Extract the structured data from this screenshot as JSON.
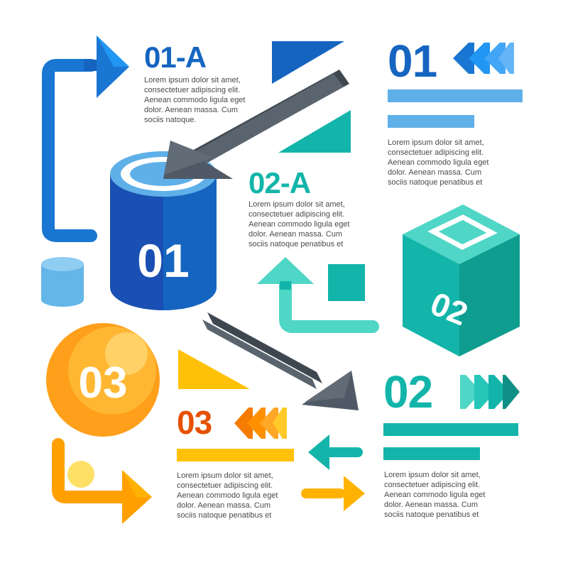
{
  "colors": {
    "blue_dark": "#1a4fb3",
    "blue": "#1976d2",
    "blue_light": "#5fb0e8",
    "teal": "#13b5aa",
    "teal_dark": "#0f8f85",
    "teal_light": "#4fd6c6",
    "orange": "#ff9100",
    "yellow": "#ffc107",
    "yellow_light": "#ffe066",
    "gray": "#4f5a66"
  },
  "sections": {
    "s01a": {
      "heading": "01-A",
      "text": "Lorem ipsum dolor sit amet,\nconsectetuer adipiscing elit.\nAenean commodo ligula eget\ndolor. Aenean massa. Cum\nsociis natoque."
    },
    "s02a": {
      "heading": "02-A",
      "text": "Lorem ipsum dolor sit amet,\nconsectetuer adipiscing elit.\nAenean commodo ligula eget\ndolor. Aenean massa. Cum\nsociis natoque penatibus et"
    },
    "s01": {
      "heading": "01",
      "text": "Lorem ipsum dolor sit amet,\nconsectetuer adipiscing elit.\nAenean commodo ligula eget\ndolor. Aenean massa. Cum\nsociis natoque penatibus et"
    },
    "s02": {
      "heading": "02",
      "text": "Lorem ipsum dolor sit amet,\nconsectetuer adipiscing elit.\nAenean commodo ligula eget\ndolor. Aenean massa. Cum\nsociis natoque penatibus et"
    },
    "s03": {
      "heading": "03",
      "text": "Lorem ipsum dolor sit amet,\nconsectetuer adipiscing elit.\nAenean commodo ligula eget\ndolor. Aenean massa. Cum\nsociis natoque penatibus et"
    }
  },
  "shapes": {
    "cylinder_label": "01",
    "cube_label": "02",
    "sphere_label": "03"
  },
  "icons": [
    "cylinder-icon",
    "cube-icon",
    "sphere-icon",
    "arrow-icon",
    "chevron-arrows-icon",
    "triangle-icon",
    "square-icon"
  ]
}
